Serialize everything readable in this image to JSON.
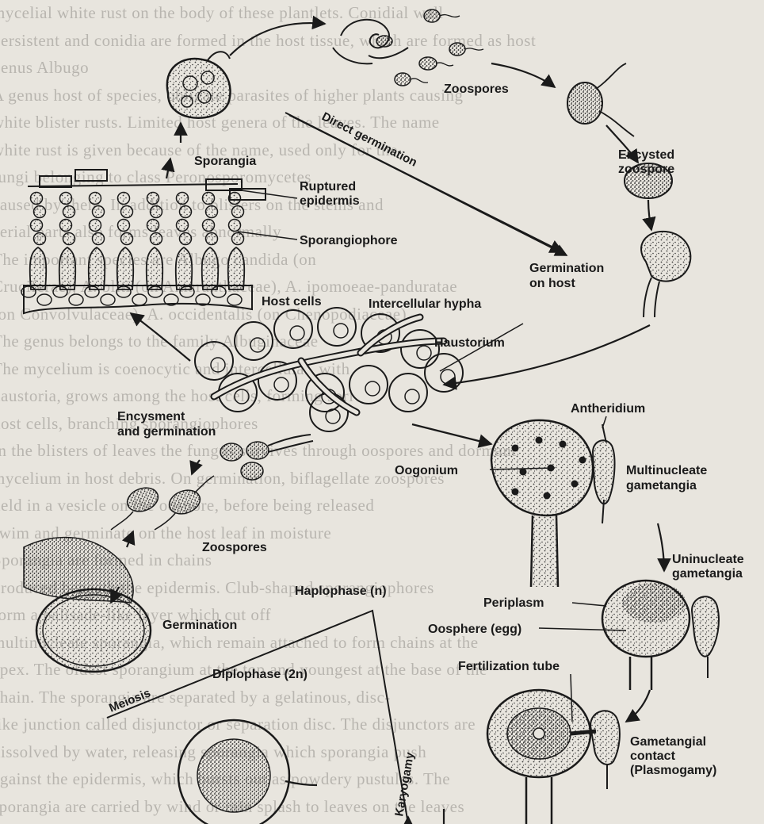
{
  "background_text": [
    "mycelial white rust on the body of these plantlets. Conidial wall",
    "persistent and conidia are formed in the host tissue, which are formed as host",
    "genus Albugo",
    "A genus host of species, obligate parasites of higher plants causing",
    "white blister rusts. Limited host genera of the leaves. The name",
    "white rust is given because of the name, used only for the",
    "fungi belonging to class Peronosporomycetes",
    "caused by them. In addition to blisters on the stems and",
    "aerial parts also forms leaves abnormally",
    "The important species are Albugo candida (on",
    "Cruciferae), A. bliti (on Amaranthaceae), A. ipomoeae-panduratae",
    "(on Convolvulaceae), A. occidentalis (on Chenopodiaceae)",
    "The genus belongs to the family Albuginaceae",
    "The mycelium is coenocytic and intercellular, with",
    "haustoria, grows among the host cells, forming sori",
    "host cells, branching sporangiophores",
    "In the blisters of leaves the fungus survives through oospores and dormant",
    "mycelium in host debris. On germination, biflagellate zoospores",
    "held in a vesicle on the oospore, before being released",
    "swim and germinate on the host leaf in moisture",
    "Sporangia are formed in chains",
    "produced beneath the epidermis. Club-shaped sporangiophores",
    "form a palisade-like layer which cut off",
    "multinucleate sporangia, which remain attached to form chains at the",
    "apex. The oldest sporangium at the top and youngest at the base of the",
    "chain. The sporangia are separated by a gelatinous, disc-",
    "like junction called disjunctor or separation disc. The disjunctors are",
    "dissolved by water, releasing sporangia which sporangia push",
    "against the epidermis, which bursts out as powdery pustules. The",
    "sporangia are carried by wind or rain splash to leaves on the leaves"
  ],
  "labels": {
    "zoospores_top": "Zoospores",
    "direct_germination": "Direct germination",
    "sporangia": "Sporangia",
    "encysted_zoospore_1": "Encysted",
    "encysted_zoospore_2": "zoospore",
    "ruptured_epidermis_1": "Ruptured",
    "ruptured_epidermis_2": "epidermis",
    "sporangiophore": "Sporangiophore",
    "germination_on_host_1": "Germination",
    "germination_on_host_2": "on host",
    "host_cells": "Host cells",
    "intercellular_hypha": "Intercellular hypha",
    "haustorium": "Haustorium",
    "antheridium": "Antheridium",
    "encysment_1": "Encysment",
    "encysment_2": "and germination",
    "oogonium": "Oogonium",
    "multinucleate_1": "Multinucleate",
    "multinucleate_2": "gametangia",
    "zoospores_bottom": "Zoospores",
    "uninucleate_1": "Uninucleate",
    "uninucleate_2": "gametangia",
    "haplophase": "Haplophase (n)",
    "periplasm": "Periplasm",
    "germination": "Germination",
    "oosphere": "Oosphere (egg)",
    "fertilization_tube": "Fertilization tube",
    "diplophase": "Diplophase (2n)",
    "meiosis": "Meiosis",
    "karyogamy": "Karyogamy",
    "gametangial_1": "Gametangial",
    "gametangial_2": "contact",
    "gametangial_3": "(Plasmogamy)"
  },
  "colors": {
    "ink": "#1a1a1a",
    "paper": "#e8e5de",
    "stipple": "#3a3a3a"
  }
}
